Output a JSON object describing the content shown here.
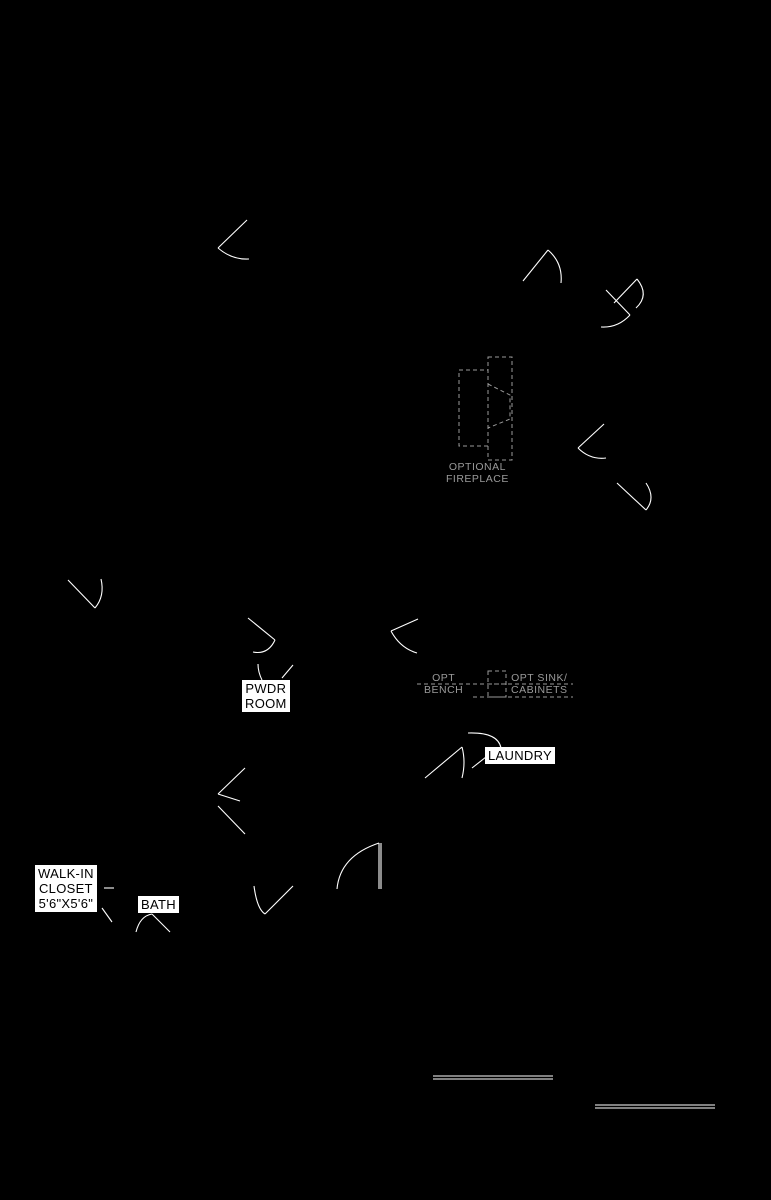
{
  "floor_plan": {
    "rooms": {
      "pwdr_room": [
        "PWDR",
        "ROOM"
      ],
      "laundry": "LAUNDRY",
      "walk_in_closet": [
        "WALK-IN",
        "CLOSET",
        "5'6\"X5'6\""
      ],
      "bath": "BATH"
    },
    "notes": {
      "fireplace": [
        "OPTIONAL",
        "FIREPLACE"
      ],
      "bench": [
        "OPT",
        "BENCH"
      ],
      "sink_cabinets": [
        "OPT SINK/",
        "CABINETS"
      ]
    },
    "colors": {
      "background": "#000000",
      "label_bg": "#ffffff",
      "line": "#ffffff",
      "note_text": "#9a9a9a"
    }
  }
}
